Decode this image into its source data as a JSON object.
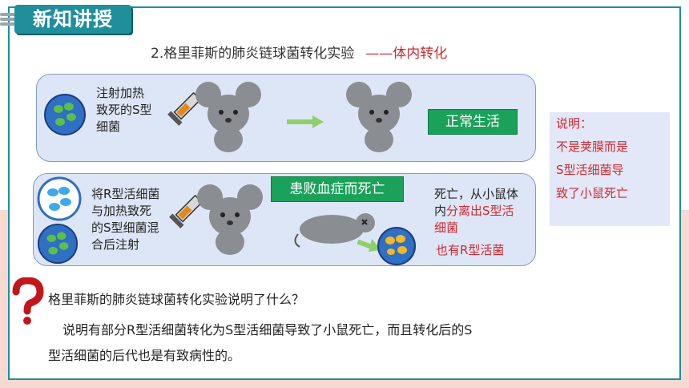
{
  "header": {
    "tab_title": "新知讲授"
  },
  "subtitle": {
    "main": "2.格里菲斯的肺炎链球菌转化实验",
    "highlight": "——体内转化"
  },
  "experiment1": {
    "label_lines": [
      "注射加热",
      "致死的S型",
      "细菌"
    ],
    "result": "正常生活"
  },
  "experiment2": {
    "label_lines": [
      "将R型活细菌",
      "与加热致死",
      "的S型细菌混",
      "合后注射"
    ],
    "result": "患败血症而死亡",
    "finding_line1": "死亡，从小鼠体",
    "finding_line2_a": "内",
    "finding_line2_b": "分离出S型活",
    "finding_line3": "细菌",
    "finding_line4": "也有R型活菌"
  },
  "note": {
    "lines": [
      "说明：",
      "不是荚膜而是",
      "S型活细菌导",
      "致了小鼠死亡"
    ]
  },
  "question": {
    "text": "格里菲斯的肺炎链球菌转化实验说明了什么？"
  },
  "answer": {
    "line1": "说明有部分R型活细菌转化为S型活细菌导致了小鼠死亡，而且转化后的S",
    "line2": "型活细菌的后代也是有致病性的。"
  },
  "colors": {
    "teal": "#1f8f9c",
    "red": "#d0282e",
    "green": "#1aa15a"
  }
}
